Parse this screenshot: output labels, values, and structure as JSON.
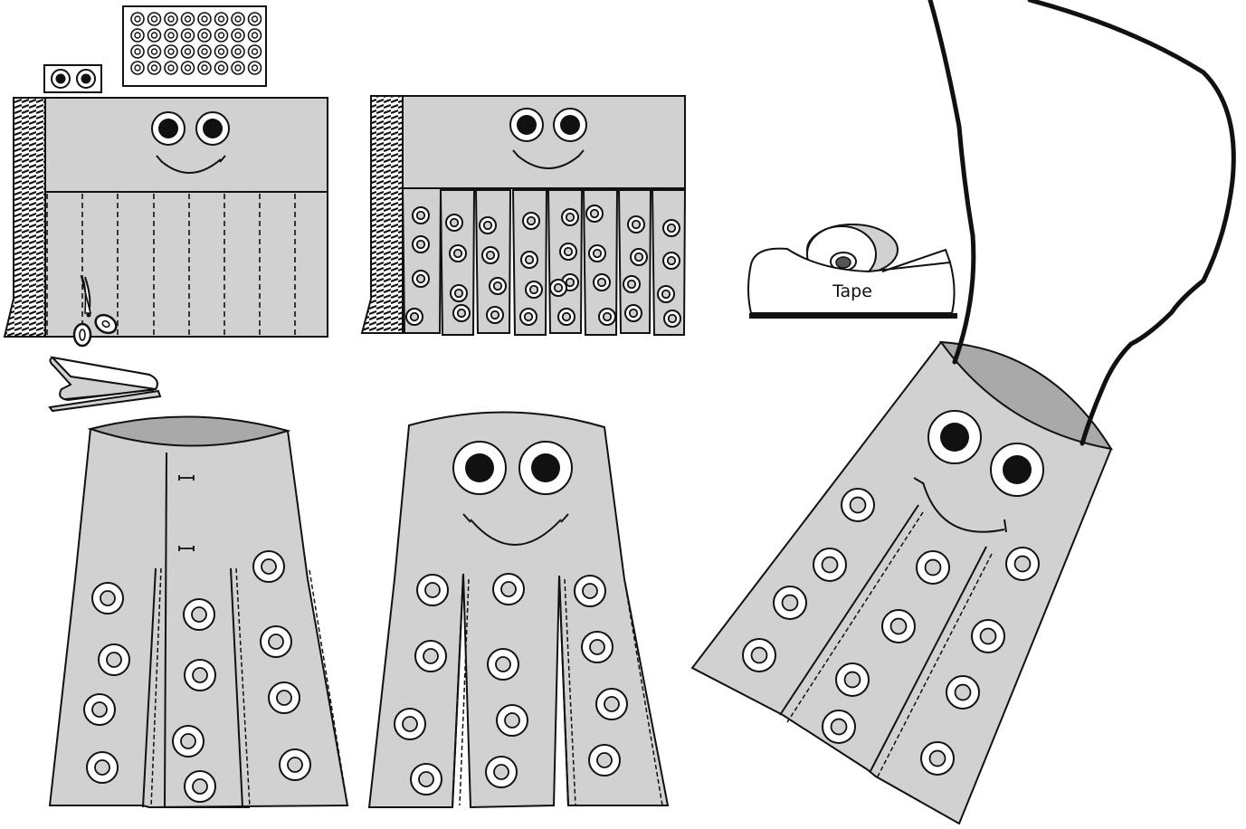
{
  "diagram": {
    "steps": [
      {
        "id": "step-1-cut-strips"
      },
      {
        "id": "step-2-add-suckers"
      },
      {
        "id": "step-3-roll-staple"
      },
      {
        "id": "step-4-front-view"
      },
      {
        "id": "step-5-hang-octopus"
      }
    ],
    "tools": {
      "tape_label": "Tape",
      "tools_shown": [
        "scissors-icon",
        "stapler-icon",
        "tape-dispenser-icon",
        "googly-eye-stickers",
        "sucker-sticker-sheet"
      ]
    },
    "colors": {
      "paper": "#d1d1d1",
      "paper_inside": "#a9a9a9",
      "ink": "#111111",
      "white": "#ffffff"
    }
  }
}
